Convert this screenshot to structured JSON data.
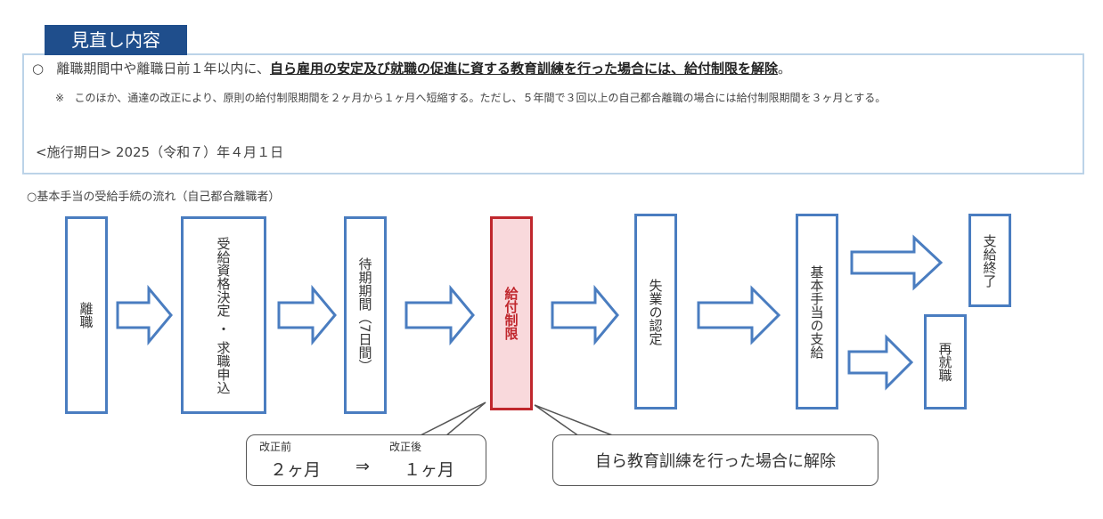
{
  "header": {
    "tab": "見直し内容"
  },
  "summary": {
    "bullet": "○",
    "line1_plain": "離職期間中や離職日前１年以内に、",
    "line1_bold": "自ら雇用の安定及び就職の促進に資する教育訓練を行った場合には、給付制限を解除",
    "line1_end": "。",
    "note_mark": "※",
    "note": "このほか、通達の改正により、原則の給付制限期間を２ヶ月から１ヶ月へ短縮する。ただし、５年間で３回以上の自己都合離職の場合には給付制限期間を３ヶ月とする。",
    "effective_date": "<施行期日> 2025（令和７）年４月１日"
  },
  "flow": {
    "title": "○基本手当の受給手続の流れ（自己都合離職者）",
    "steps": {
      "s1": "離職",
      "s2a": "受給資格決定",
      "s2b": "・",
      "s2c": "求職申込",
      "s3": "待期期間（7日間）",
      "s4": "給付制限",
      "s5": "失業の認定",
      "s6": "基本手当の支給",
      "s7": "支給終了",
      "s8": "再就職"
    },
    "callout_left": {
      "before_label": "改正前",
      "after_label": "改正後",
      "before": "２ヶ月",
      "arrow": "⇒",
      "after": "１ヶ月"
    },
    "callout_right": "自ら教育訓練を行った場合に解除"
  },
  "colors": {
    "tab": "#1f4e8c",
    "step_border": "#4a7dc0",
    "highlight": "#c0272d"
  }
}
